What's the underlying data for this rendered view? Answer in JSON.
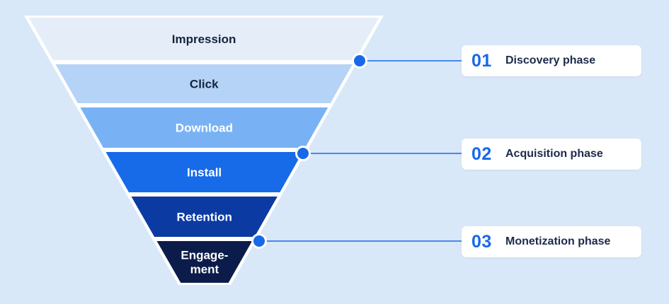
{
  "stages": [
    {
      "label": "Impression",
      "fill": "#e5eef8",
      "text_color": "#15233f"
    },
    {
      "label": "Click",
      "fill": "#b4d3f6",
      "text_color": "#15233f"
    },
    {
      "label": "Download",
      "fill": "#79b2f4",
      "text_color": "#ffffff"
    },
    {
      "label": "Install",
      "fill": "#176be8",
      "text_color": "#ffffff"
    },
    {
      "label": "Retention",
      "fill": "#0b3aa3",
      "text_color": "#ffffff"
    },
    {
      "label": "Engage-\nment",
      "fill": "#0c1c4a",
      "text_color": "#ffffff"
    }
  ],
  "phases": [
    {
      "number": "01",
      "name": "Discovery phase"
    },
    {
      "number": "02",
      "name": "Acquisition phase"
    },
    {
      "number": "03",
      "name": "Monetization phase"
    }
  ],
  "colors": {
    "background": "#d8e8f8",
    "separator": "#ffffff",
    "accent": "#1769e8",
    "card": "#ffffff"
  }
}
